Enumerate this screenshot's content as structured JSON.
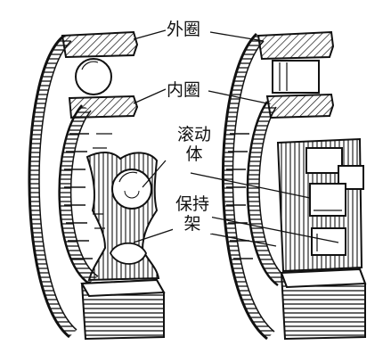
{
  "labels": {
    "outer_ring": "外圈",
    "inner_ring": "内圈",
    "rolling_element": "滚动体",
    "cage": "保持架"
  },
  "colors": {
    "ink": "#111111",
    "paper": "#ffffff"
  }
}
